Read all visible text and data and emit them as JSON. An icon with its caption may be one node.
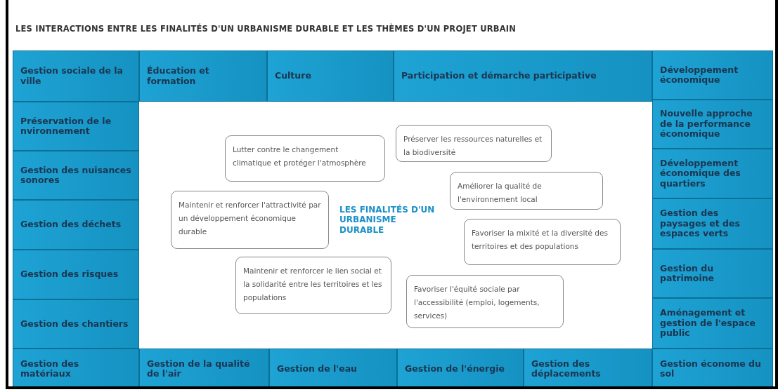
{
  "diagram": {
    "title": "LES INTERACTIONS ENTRE LES FINALITÉS D'UN URBANISME DURABLE ET LES THÈMES D'UN PROJET URBAIN",
    "nodes": [
      {
        "text": [
          "Gestion sociale de la ville"
        ]
      },
      {
        "text": [
          "Éducation et formation"
        ]
      },
      {
        "text": [
          "Culture"
        ]
      },
      {
        "text": [
          "Participation et démarche participative"
        ]
      },
      {
        "text": [
          "Développement économique"
        ]
      },
      {
        "text": [
          "Préservation de le nvironnement"
        ]
      },
      {
        "text": [
          "Gestion des nuisances sonores"
        ]
      },
      {
        "text": [
          "Gestion des déchets"
        ]
      },
      {
        "text": [
          "Gestion des risques"
        ]
      },
      {
        "text": [
          "Gestion des chantiers"
        ]
      },
      {
        "text": [
          "LES FINALITÉS D'UN URBANISME DURABLE"
        ]
      },
      {
        "text": [
          "Lutter contre le changement climatique et protéger l'atmosphère"
        ],
        "in": 10
      },
      {
        "text": [
          "Préserver les ressources naturelles et la biodiversité"
        ],
        "in": 10
      },
      {
        "text": [
          "Maintenir et renforcer l'attractivité par un développement économique durable"
        ],
        "in": 10
      },
      {
        "text": [
          "Améliorer la qualité de l'environnement local"
        ],
        "in": 10
      },
      {
        "text": [
          "Favoriser la mixité et la diversité des territoires et des populations"
        ],
        "in": 10
      },
      {
        "text": [
          "Maintenir et renforcer le lien social et la solidarité entre les territoires et les populations"
        ],
        "in": 10
      },
      {
        "text": [
          "Favoriser l'équité sociale par l'accessibilité (emploi, logements, services)"
        ],
        "in": 10
      },
      {
        "text": [
          "Nouvelle approche de la performance économique"
        ]
      },
      {
        "text": [
          "Développement économique des quartiers"
        ]
      },
      {
        "text": [
          "Gestion des paysages et des espaces verts"
        ]
      },
      {
        "text": [
          "Gestion du patrimoine"
        ]
      },
      {
        "text": [
          "Aménagement et gestion de l'espace public"
        ]
      },
      {
        "text": [
          "Gestion des matériaux"
        ]
      },
      {
        "text": [
          "Gestion de la qualité de l'air"
        ]
      },
      {
        "text": [
          "Gestion de l'eau"
        ]
      },
      {
        "text": [
          "Gestion de l'énergie"
        ]
      },
      {
        "text": [
          "Gestion des déplacements"
        ]
      },
      {
        "text": [
          "Gestion économe du sol"
        ]
      }
    ],
    "edges": []
  }
}
